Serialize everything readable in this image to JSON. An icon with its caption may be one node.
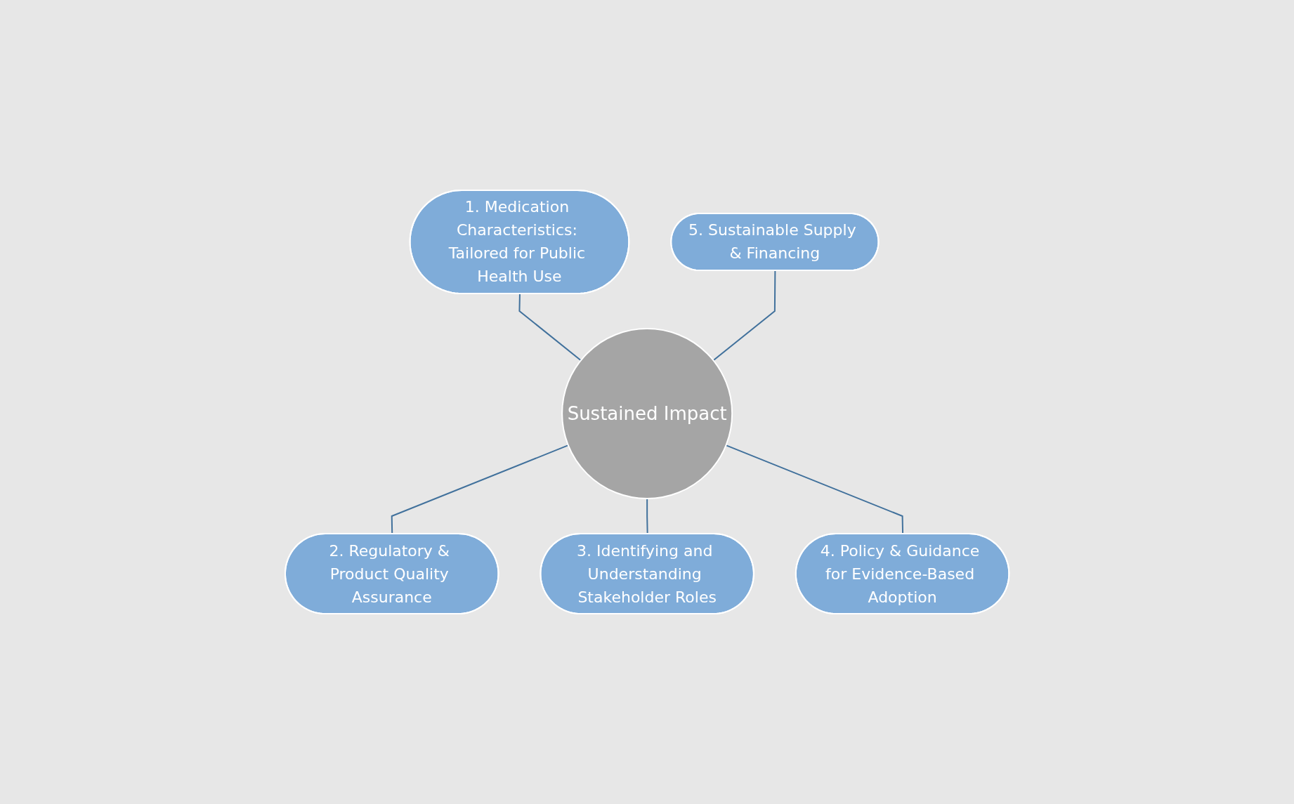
{
  "diagram": {
    "nodes": [
      {
        "text": [
          "Sustained Impact"
        ]
      },
      {
        "text": [
          "1. Medication Characteristics: Tailored for Public Health Use"
        ]
      },
      {
        "text": [
          "2. Regulatory & Product Quality Assurance"
        ]
      },
      {
        "text": [
          "3. Identifying and Understanding Stakeholder Roles"
        ]
      },
      {
        "text": [
          "4. Policy & Guidance for Evidence-Based Adoption"
        ]
      },
      {
        "text": [
          "5. Sustainable Supply & Financing"
        ]
      }
    ],
    "edges": [
      {
        "from": 1,
        "to": 0,
        "arrow": "none"
      },
      {
        "from": 0,
        "to": 2,
        "arrow": "none"
      },
      {
        "from": 0,
        "to": 3,
        "arrow": "none"
      },
      {
        "from": 0,
        "to": 4,
        "arrow": "none"
      },
      {
        "from": 5,
        "to": 0,
        "arrow": "none"
      }
    ]
  }
}
